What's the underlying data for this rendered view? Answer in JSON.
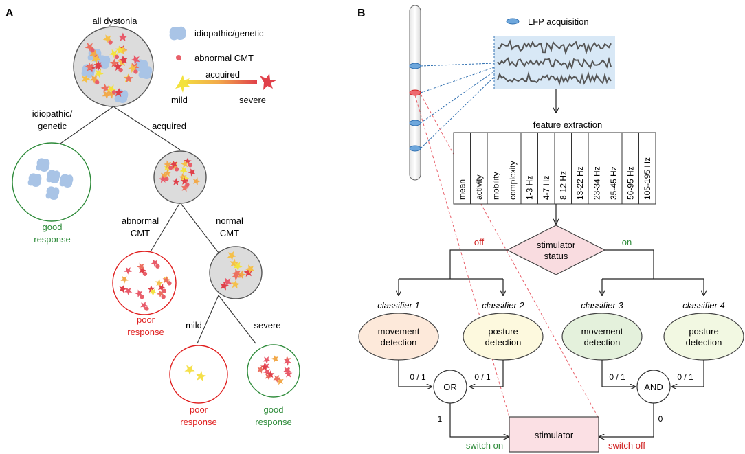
{
  "panel_a": {
    "label": "A",
    "root": "all dystonia",
    "legend": {
      "idiopathic": "idiopathic/genetic",
      "abnormal_cmt": "abnormal CMT",
      "acquired": "acquired",
      "mild": "mild",
      "severe": "severe"
    },
    "branch_idiopathic_1": "idiopathic/",
    "branch_idiopathic_2": "genetic",
    "branch_acquired": "acquired",
    "branch_abnormal_1": "abnormal",
    "branch_abnormal_2": "CMT",
    "branch_normal_1": "normal",
    "branch_normal_2": "CMT",
    "branch_mild": "mild",
    "branch_severe": "severe",
    "good_response_1": "good",
    "good_response_2": "response",
    "poor_response_1": "poor",
    "poor_response_2": "response",
    "colors": {
      "good": "#2e8b3a",
      "poor": "#e02020",
      "idiopathic": "#a9c4e6",
      "cmt": "#e8606a",
      "mild": "#f5e04a",
      "severe": "#e0404a"
    }
  },
  "panel_b": {
    "label": "B",
    "lfp_acquisition": "LFP acquisition",
    "feature_extraction": "feature extraction",
    "features": [
      "mean",
      "activity",
      "mobility",
      "complexity",
      "1-3 Hz",
      "4-7 Hz",
      "8-12 Hz",
      "13-22 Hz",
      "23-34 Hz",
      "35-45 Hz",
      "56-95 Hz",
      "105-195 Hz"
    ],
    "status_1": "stimulator",
    "status_2": "status",
    "off": "off",
    "on": "on",
    "classifiers": [
      {
        "title": "classifier 1",
        "line1": "movement",
        "line2": "detection",
        "fill": "#fde9da"
      },
      {
        "title": "classifier 2",
        "line1": "posture",
        "line2": "detection",
        "fill": "#fdf9de"
      },
      {
        "title": "classifier 3",
        "line1": "movement",
        "line2": "detection",
        "fill": "#e4f1dc"
      },
      {
        "title": "classifier 4",
        "line1": "posture",
        "line2": "detection",
        "fill": "#f2f8e2"
      }
    ],
    "binary": "0 / 1",
    "or": "OR",
    "and": "AND",
    "one": "1",
    "zero": "0",
    "stimulator": "stimulator",
    "switch_on": "switch on",
    "switch_off": "switch off",
    "colors": {
      "off": "#d02020",
      "on": "#2e8b3a",
      "status_fill": "#f9dce0",
      "stimulator_fill": "#fbe0e4",
      "lfp_bg": "#d8e8f6"
    }
  }
}
